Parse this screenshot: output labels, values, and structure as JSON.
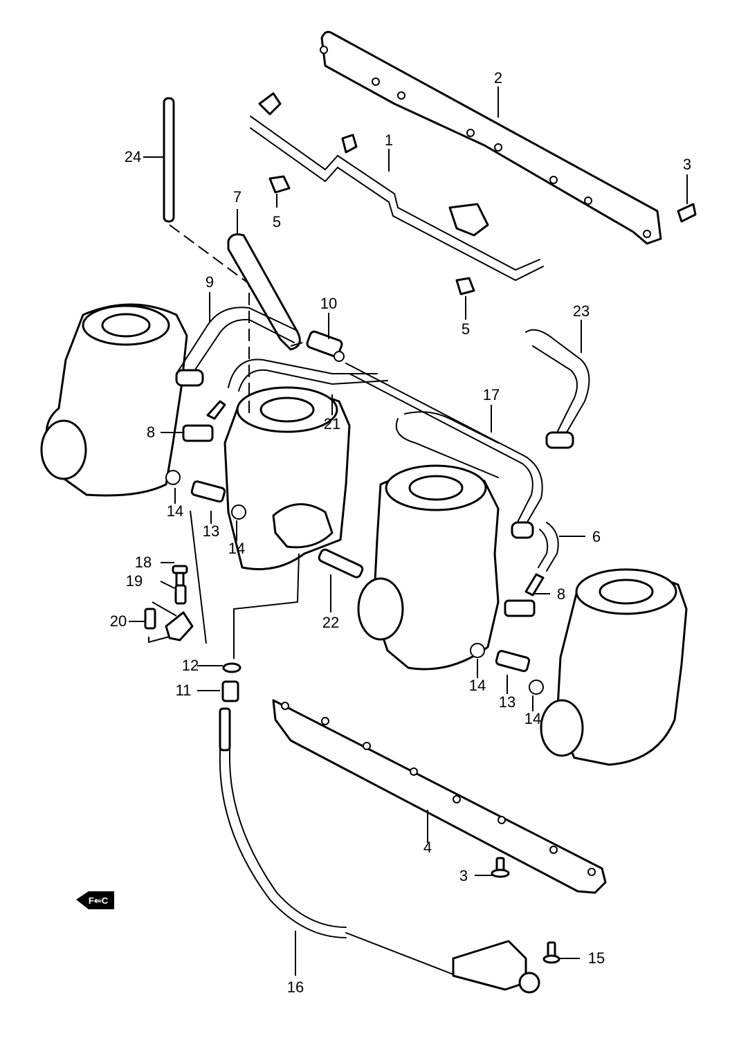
{
  "diagram": {
    "callouts": [
      {
        "id": "c1",
        "label": "1"
      },
      {
        "id": "c2",
        "label": "2"
      },
      {
        "id": "c3a",
        "label": "3"
      },
      {
        "id": "c3b",
        "label": "3"
      },
      {
        "id": "c4",
        "label": "4"
      },
      {
        "id": "c5a",
        "label": "5"
      },
      {
        "id": "c5b",
        "label": "5"
      },
      {
        "id": "c6",
        "label": "6"
      },
      {
        "id": "c7",
        "label": "7"
      },
      {
        "id": "c8a",
        "label": "8"
      },
      {
        "id": "c8b",
        "label": "8"
      },
      {
        "id": "c9",
        "label": "9"
      },
      {
        "id": "c10",
        "label": "10"
      },
      {
        "id": "c11",
        "label": "11"
      },
      {
        "id": "c12",
        "label": "12"
      },
      {
        "id": "c13a",
        "label": "13"
      },
      {
        "id": "c13b",
        "label": "13"
      },
      {
        "id": "c14a",
        "label": "14"
      },
      {
        "id": "c14b",
        "label": "14"
      },
      {
        "id": "c14c",
        "label": "14"
      },
      {
        "id": "c14d",
        "label": "14"
      },
      {
        "id": "c15",
        "label": "15"
      },
      {
        "id": "c16",
        "label": "16"
      },
      {
        "id": "c17",
        "label": "17"
      },
      {
        "id": "c18",
        "label": "18"
      },
      {
        "id": "c19",
        "label": "19"
      },
      {
        "id": "c20",
        "label": "20"
      },
      {
        "id": "c21",
        "label": "21"
      },
      {
        "id": "c22",
        "label": "22"
      },
      {
        "id": "c23",
        "label": "23"
      },
      {
        "id": "c24",
        "label": "24"
      }
    ],
    "front_marker": "F⇐C"
  }
}
